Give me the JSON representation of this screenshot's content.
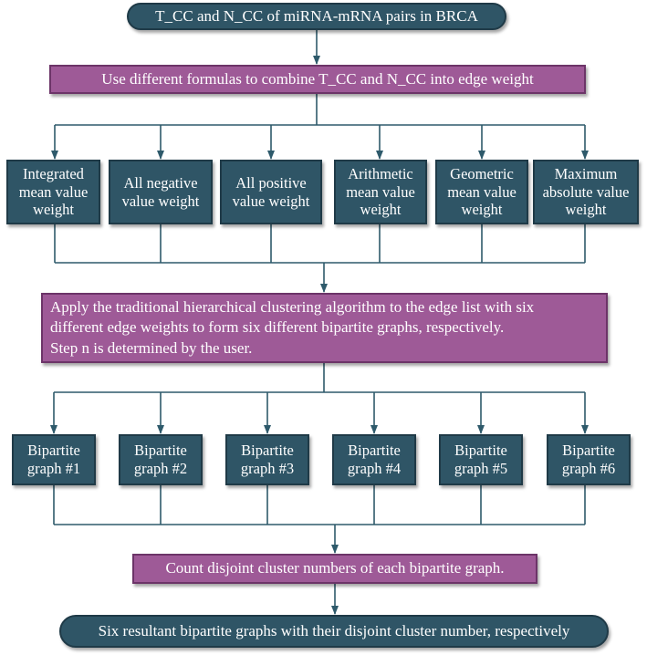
{
  "title": "T_CC and N_CC of miRNA-mRNA pairs in BRCA",
  "combine_step": "Use different formulas to combine T_CC and N_CC into edge weight",
  "weights": [
    "Integrated mean value weight",
    "All negative value weight",
    "All positive value weight",
    "Arithmetic mean value weight",
    "Geometric mean value weight",
    "Maximum absolute value weight"
  ],
  "cluster_step": {
    "line1": "Apply the traditional hierarchical clustering algorithm to the edge list with six",
    "line2": "different edge weights to form six different bipartite graphs, respectively.",
    "line3": "Step n is determined by the user."
  },
  "graphs": [
    "Bipartite graph #1",
    "Bipartite graph #2",
    "Bipartite graph #3",
    "Bipartite graph #4",
    "Bipartite graph #5",
    "Bipartite graph #6"
  ],
  "count_step": "Count disjoint cluster numbers of each bipartite graph.",
  "result": "Six resultant bipartite graphs with their disjoint cluster number, respectively",
  "colors": {
    "dark_node": "#2f5566",
    "purple_node": "#9e5a97",
    "connector": "#2e5a6b"
  }
}
